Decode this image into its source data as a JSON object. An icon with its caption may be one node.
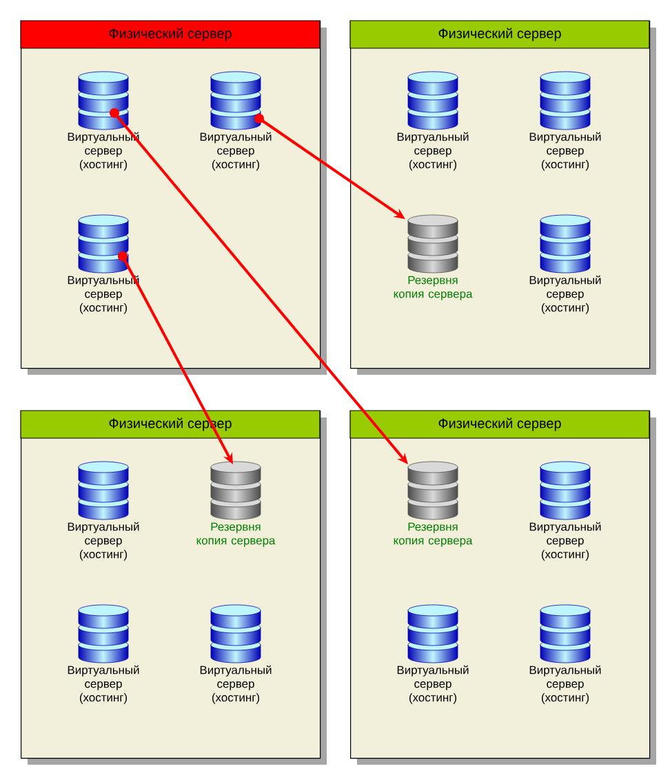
{
  "diagram": {
    "nodes": [
      {
        "text": [
          "Физический сервер"
        ]
      },
      {
        "text": [
          "Виртуальный сервер (хостинг)"
        ],
        "in": 0
      },
      {
        "text": [
          "Виртуальный сервер (хостинг)"
        ],
        "in": 0
      },
      {
        "text": [
          "Виртуальный сервер (хостинг)"
        ],
        "in": 0
      },
      {
        "text": [
          "Физический сервер"
        ]
      },
      {
        "text": [
          "Виртуальный сервер (хостинг)"
        ],
        "in": 4
      },
      {
        "text": [
          "Виртуальный сервер (хостинг)"
        ],
        "in": 4
      },
      {
        "text": [
          "Резервня копия сервера"
        ],
        "in": 4
      },
      {
        "text": [
          "Виртуальный сервер (хостинг)"
        ],
        "in": 4
      },
      {
        "text": [
          "Физический сервер"
        ]
      },
      {
        "text": [
          "Виртуальный сервер (хостинг)"
        ],
        "in": 9
      },
      {
        "text": [
          "Резервня копия сервера"
        ],
        "in": 9
      },
      {
        "text": [
          "Виртуальный сервер (хостинг)"
        ],
        "in": 9
      },
      {
        "text": [
          "Виртуальный сервер (хостинг)"
        ],
        "in": 9
      },
      {
        "text": [
          "Физический сервер"
        ]
      },
      {
        "text": [
          "Резервня копия сервера"
        ],
        "in": 14
      },
      {
        "text": [
          "Виртуальный сервер (хостинг)"
        ],
        "in": 14
      },
      {
        "text": [
          "Виртуальный сервер (хостинг)"
        ],
        "in": 14
      },
      {
        "text": [
          "Виртуальный сервер (хостинг)"
        ],
        "in": 14
      }
    ],
    "edges": [
      {
        "from": 1,
        "to": 15,
        "arrow": "to"
      },
      {
        "from": 2,
        "to": 7,
        "arrow": "to"
      },
      {
        "from": 3,
        "to": 11,
        "arrow": "to"
      }
    ]
  }
}
